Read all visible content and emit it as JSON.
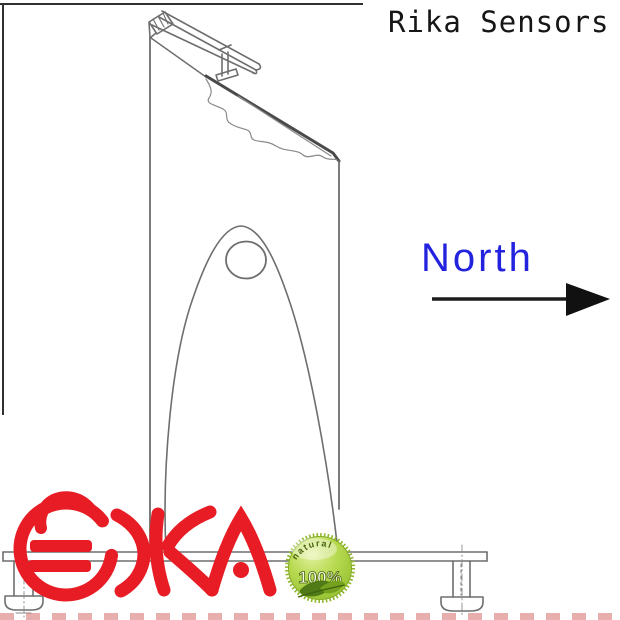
{
  "image": {
    "brand_watermark": "Rika Sensors",
    "direction_label": "North"
  },
  "logo": {
    "text": "RIKA",
    "color": "#e81c24"
  },
  "badge": {
    "arc_text": "natural",
    "center_text": "100%",
    "green": "#9cc838",
    "dark_green": "#4a650f"
  },
  "drawing": {
    "line_color": "#6e6e6e"
  },
  "colors": {
    "north_blue": "#2323df",
    "arrow_black": "#1c1c1c",
    "frame_border": "#303030",
    "bottom_dash_red": "#d66a6a"
  }
}
